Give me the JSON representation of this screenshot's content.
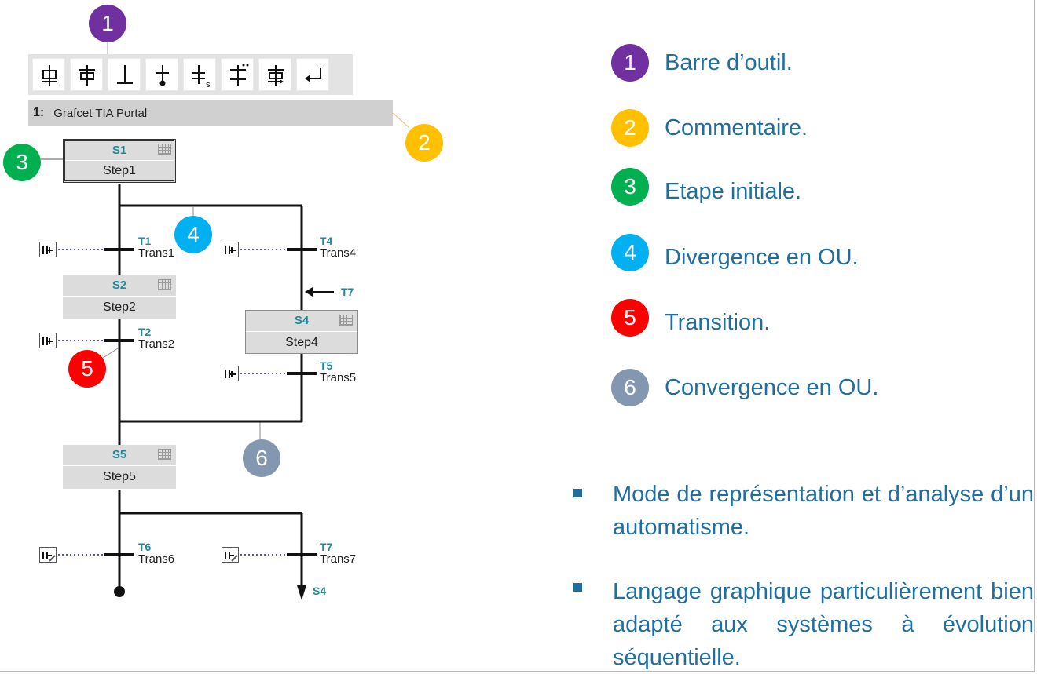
{
  "toolbar": {
    "buttons": [
      {
        "icon": "insert-step-transition-icon"
      },
      {
        "icon": "insert-transition-step-icon"
      },
      {
        "icon": "insert-transition-icon"
      },
      {
        "icon": "insert-jump-icon"
      },
      {
        "icon": "insert-step-subscript-icon"
      },
      {
        "icon": "insert-alternative-branch-icon"
      },
      {
        "icon": "insert-simultaneous-branch-icon"
      },
      {
        "icon": "insert-return-icon"
      }
    ],
    "s_subscript": "s"
  },
  "comment": {
    "number": "1:",
    "text": "Grafcet TIA Portal"
  },
  "steps": {
    "s1": {
      "name": "S1",
      "label": "Step1"
    },
    "s2": {
      "name": "S2",
      "label": "Step2"
    },
    "s4": {
      "name": "S4",
      "label": "Step4"
    },
    "s5": {
      "name": "S5",
      "label": "Step5"
    }
  },
  "transitions": {
    "t1": {
      "name": "T1",
      "label": "Trans1"
    },
    "t2": {
      "name": "T2",
      "label": "Trans2"
    },
    "t4": {
      "name": "T4",
      "label": "Trans4"
    },
    "t5": {
      "name": "T5",
      "label": "Trans5"
    },
    "t6": {
      "name": "T6",
      "label": "Trans6"
    },
    "t7": {
      "name": "T7",
      "label": "Trans7"
    }
  },
  "jump_in_label": "T7",
  "jump_out_label": "S4",
  "badges": {
    "b1": {
      "num": "1",
      "color": "#7030a0"
    },
    "b2": {
      "num": "2",
      "color": "#ffc000"
    },
    "b3": {
      "num": "3",
      "color": "#00b050"
    },
    "b4": {
      "num": "4",
      "color": "#00b0f0"
    },
    "b5": {
      "num": "5",
      "color": "#ff0000"
    },
    "b6": {
      "num": "6",
      "color": "#8497b0"
    }
  },
  "legend": [
    {
      "num": "1",
      "text": "Barre d’outil."
    },
    {
      "num": "2",
      "text": "Commentaire."
    },
    {
      "num": "3",
      "text": "Etape initiale."
    },
    {
      "num": "4",
      "text": "Divergence en OU."
    },
    {
      "num": "5",
      "text": "Transition."
    },
    {
      "num": "6",
      "text": "Convergence en OU."
    }
  ],
  "bullets": [
    "Mode de représentation et d’analyse d’un automatisme.",
    "Langage graphique particulièrement bien adapté aux systèmes à évolution séquentielle."
  ],
  "colors": {
    "text_blue": "#1f6ea0",
    "teal": "#1e8a9a"
  }
}
